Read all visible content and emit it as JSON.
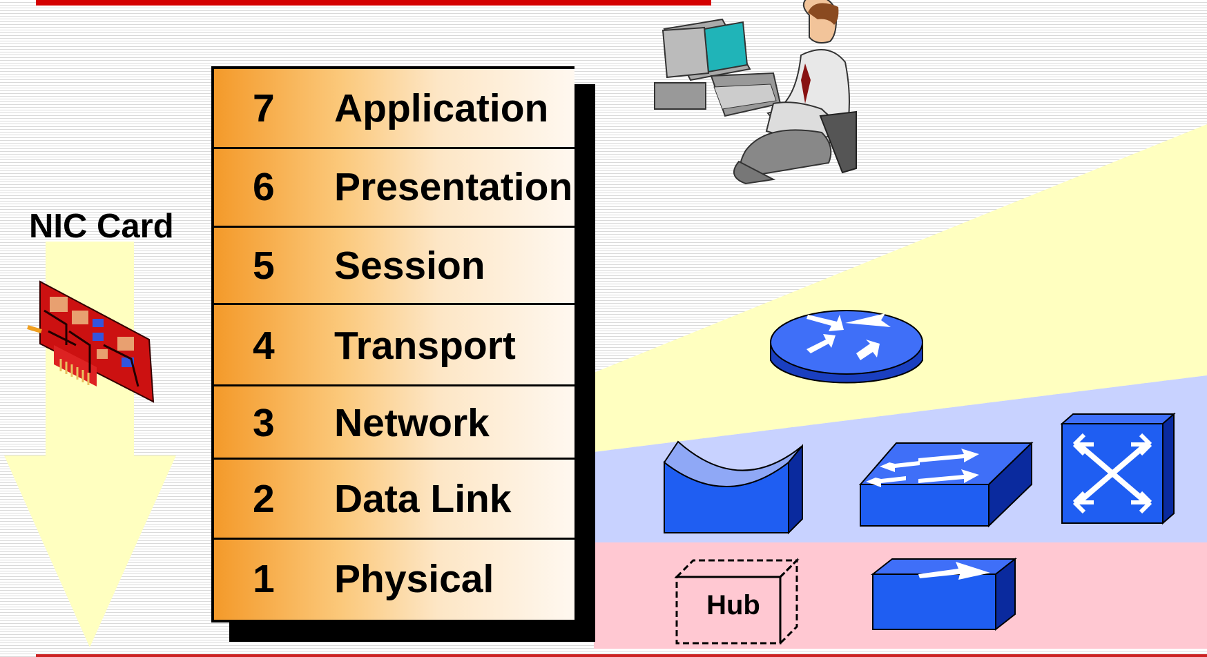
{
  "nic_label": "NIC Card",
  "layers": [
    {
      "num": "7",
      "name": "Application"
    },
    {
      "num": "6",
      "name": "Presentation"
    },
    {
      "num": "5",
      "name": "Session"
    },
    {
      "num": "4",
      "name": "Transport"
    },
    {
      "num": "3",
      "name": "Network"
    },
    {
      "num": "2",
      "name": "Data Link"
    },
    {
      "num": "1",
      "name": "Physical"
    }
  ],
  "hub_label": "Hub",
  "icons": {
    "user": "user-at-computer-icon",
    "nic": "nic-card-icon",
    "router": "router-icon",
    "bridge": "bridge-icon",
    "switch": "switch-icon",
    "atm_switch": "atm-switch-icon",
    "hub": "hub-icon",
    "repeater": "repeater-icon"
  },
  "colors": {
    "layer_gradient_start": "#f49a2a",
    "network_band": "#ffffc0",
    "datalink_band": "#c8d2ff",
    "physical_band": "#ffc8d2",
    "device_blue": "#1f5ef2",
    "down_arrow": "#ffffc0",
    "accent_red": "#d40000"
  }
}
